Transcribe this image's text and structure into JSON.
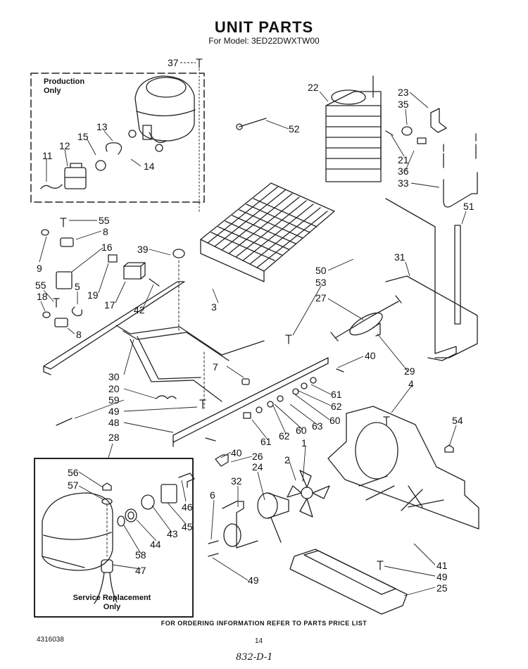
{
  "header": {
    "title": "UNIT PARTS",
    "subtitle": "For Model: 3ED22DWXTW00"
  },
  "boxes": {
    "production": [
      "Production",
      "Only"
    ],
    "service": [
      "Service Replacement",
      "Only"
    ]
  },
  "callouts": [
    {
      "id": "c37",
      "text": "37"
    },
    {
      "id": "c13",
      "text": "13"
    },
    {
      "id": "c15",
      "text": "15"
    },
    {
      "id": "c12",
      "text": "12"
    },
    {
      "id": "c11",
      "text": "11"
    },
    {
      "id": "c14",
      "text": "14"
    },
    {
      "id": "c22",
      "text": "22"
    },
    {
      "id": "c52",
      "text": "52"
    },
    {
      "id": "c23",
      "text": "23"
    },
    {
      "id": "c35",
      "text": "35"
    },
    {
      "id": "c21",
      "text": "21"
    },
    {
      "id": "c36",
      "text": "36"
    },
    {
      "id": "c33",
      "text": "33"
    },
    {
      "id": "c51",
      "text": "51"
    },
    {
      "id": "c55a",
      "text": "55"
    },
    {
      "id": "c8a",
      "text": "8"
    },
    {
      "id": "c16",
      "text": "16"
    },
    {
      "id": "c9",
      "text": "9"
    },
    {
      "id": "c39",
      "text": "39"
    },
    {
      "id": "c19",
      "text": "19"
    },
    {
      "id": "c17",
      "text": "17"
    },
    {
      "id": "c42",
      "text": "42"
    },
    {
      "id": "c55b",
      "text": "55"
    },
    {
      "id": "c18",
      "text": "18"
    },
    {
      "id": "c5",
      "text": "5"
    },
    {
      "id": "c8b",
      "text": "8"
    },
    {
      "id": "c3",
      "text": "3"
    },
    {
      "id": "c50",
      "text": "50"
    },
    {
      "id": "c31",
      "text": "31"
    },
    {
      "id": "c53",
      "text": "53"
    },
    {
      "id": "c27",
      "text": "27"
    },
    {
      "id": "c40a",
      "text": "40"
    },
    {
      "id": "c29",
      "text": "29"
    },
    {
      "id": "c4",
      "text": "4"
    },
    {
      "id": "c30",
      "text": "30"
    },
    {
      "id": "c7",
      "text": "7"
    },
    {
      "id": "c20",
      "text": "20"
    },
    {
      "id": "c59",
      "text": "59"
    },
    {
      "id": "c49a",
      "text": "49"
    },
    {
      "id": "c48",
      "text": "48"
    },
    {
      "id": "c61a",
      "text": "61"
    },
    {
      "id": "c62a",
      "text": "62"
    },
    {
      "id": "c63",
      "text": "63"
    },
    {
      "id": "c60a",
      "text": "60"
    },
    {
      "id": "c60b",
      "text": "60"
    },
    {
      "id": "c62b",
      "text": "62"
    },
    {
      "id": "c61b",
      "text": "61"
    },
    {
      "id": "c1",
      "text": "1"
    },
    {
      "id": "c2",
      "text": "2"
    },
    {
      "id": "c54",
      "text": "54"
    },
    {
      "id": "c28",
      "text": "28"
    },
    {
      "id": "c40b",
      "text": "40"
    },
    {
      "id": "c26",
      "text": "26"
    },
    {
      "id": "c24",
      "text": "24"
    },
    {
      "id": "c32",
      "text": "32"
    },
    {
      "id": "c6",
      "text": "6"
    },
    {
      "id": "c56",
      "text": "56"
    },
    {
      "id": "c57",
      "text": "57"
    },
    {
      "id": "c46",
      "text": "46"
    },
    {
      "id": "c45",
      "text": "45"
    },
    {
      "id": "c43",
      "text": "43"
    },
    {
      "id": "c44",
      "text": "44"
    },
    {
      "id": "c58",
      "text": "58"
    },
    {
      "id": "c47",
      "text": "47"
    },
    {
      "id": "c49b",
      "text": "49"
    },
    {
      "id": "c41",
      "text": "41"
    },
    {
      "id": "c49c",
      "text": "49"
    },
    {
      "id": "c25",
      "text": "25"
    }
  ],
  "footer": {
    "ordering_note": "FOR ORDERING INFORMATION REFER TO PARTS PRICE LIST",
    "doc_number": "4316038",
    "page_number": "14",
    "handwritten_ref": "832-D-1"
  }
}
